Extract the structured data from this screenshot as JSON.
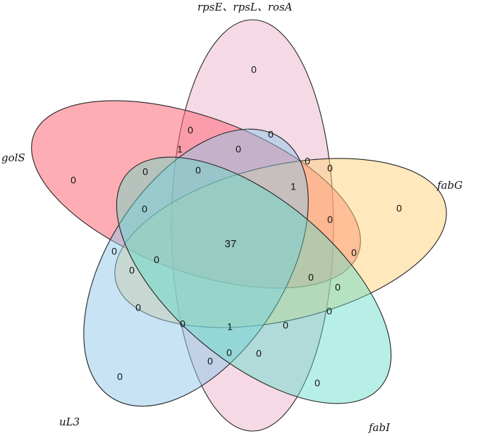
{
  "sets": [
    {
      "key": "rps",
      "label": "rpsE、rpsL、rosA",
      "color": "#f0c6d8"
    },
    {
      "key": "golS",
      "label": "golS",
      "color": "#ff6a78"
    },
    {
      "key": "fabG",
      "label": "fabG",
      "color": "#ffd27a"
    },
    {
      "key": "uL3",
      "label": "uL3",
      "color": "#8fc7ea"
    },
    {
      "key": "fabI",
      "label": "fabI",
      "color": "#5fdcc8"
    }
  ],
  "regions": [
    {
      "id": "r-rps-only",
      "value": "0"
    },
    {
      "id": "r-golS-only",
      "value": "0"
    },
    {
      "id": "r-fabG-only",
      "value": "0"
    },
    {
      "id": "r-uL3-only",
      "value": "0"
    },
    {
      "id": "r-fabI-only",
      "value": "0"
    },
    {
      "id": "r-a",
      "value": "0"
    },
    {
      "id": "r-b",
      "value": "0"
    },
    {
      "id": "r-c",
      "value": "1"
    },
    {
      "id": "r-d",
      "value": "0"
    },
    {
      "id": "r-e",
      "value": "0"
    },
    {
      "id": "r-f",
      "value": "0"
    },
    {
      "id": "r-g",
      "value": "0"
    },
    {
      "id": "r-h",
      "value": "0"
    },
    {
      "id": "r-i",
      "value": "1"
    },
    {
      "id": "r-j",
      "value": "0"
    },
    {
      "id": "r-k",
      "value": "0"
    },
    {
      "id": "r-l",
      "value": "0"
    },
    {
      "id": "r-m",
      "value": "0"
    },
    {
      "id": "r-n",
      "value": "0"
    },
    {
      "id": "r-o",
      "value": "0"
    },
    {
      "id": "r-p",
      "value": "0"
    },
    {
      "id": "r-q",
      "value": "0"
    },
    {
      "id": "r-r",
      "value": "0"
    },
    {
      "id": "r-s",
      "value": "0"
    },
    {
      "id": "r-t",
      "value": "0"
    },
    {
      "id": "r-u",
      "value": "1"
    },
    {
      "id": "r-v",
      "value": "0"
    },
    {
      "id": "r-w",
      "value": "0"
    },
    {
      "id": "r-x",
      "value": "0"
    },
    {
      "id": "r-y",
      "value": "0"
    },
    {
      "id": "r-center",
      "value": "37"
    }
  ]
}
